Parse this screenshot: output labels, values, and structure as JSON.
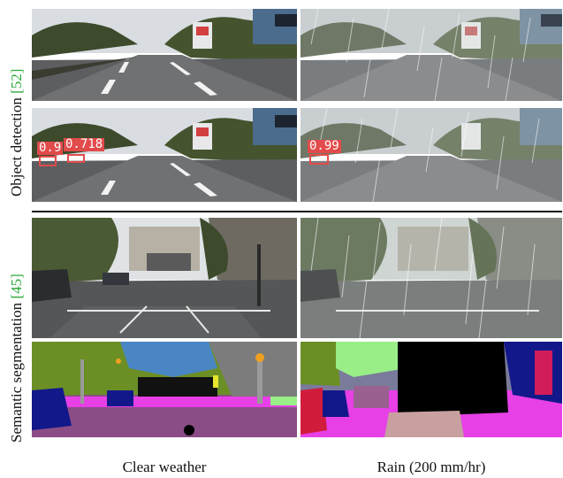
{
  "rows": {
    "detection": {
      "label": "Object detection ",
      "cite": "[52]"
    },
    "segmentation": {
      "label": "Semantic segmentation ",
      "cite": "[45]"
    }
  },
  "columns": {
    "clear": "Clear weather",
    "rain": "Rain (200 mm/hr)"
  },
  "detections": {
    "clear_scores": [
      "0.9",
      "0.718"
    ],
    "rain_scores": [
      "0.99"
    ]
  },
  "colors": {
    "box": "#e24b4b",
    "cite": "#2eaa3a"
  }
}
